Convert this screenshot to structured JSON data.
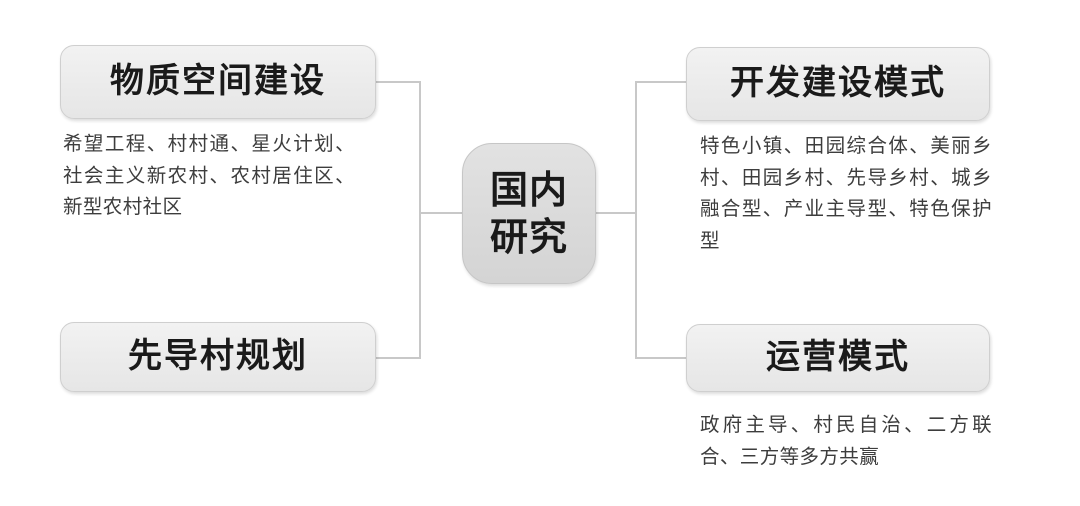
{
  "diagram": {
    "title": "国内研究",
    "center": {
      "label": "国内研究",
      "line1": "国内",
      "line2": "研究"
    },
    "colors": {
      "node_fill": "#ebebeb",
      "center_fill": "#dadada",
      "node_border": "#cfcfcf",
      "connector": "#c8c8c8",
      "heading_text": "#1a1a1a",
      "body_text": "#3d3d3d",
      "background": "#ffffff"
    },
    "branches": [
      {
        "id": "top-left",
        "side": "left",
        "label": "物质空间建设",
        "description": "希望工程、村村通、星火计划、社会主义新农村、农村居住区、新型农村社区",
        "items": [
          "希望工程",
          "村村通",
          "星火计划",
          "社会主义新农村",
          "农村居住区",
          "新型农村社区"
        ]
      },
      {
        "id": "bottom-left",
        "side": "left",
        "label": "先导村规划",
        "description": "",
        "items": []
      },
      {
        "id": "top-right",
        "side": "right",
        "label": "开发建设模式",
        "description": "特色小镇、田园综合体、美丽乡村、田园乡村、先导乡村、城乡融合型、产业主导型、特色保护型",
        "items": [
          "特色小镇",
          "田园综合体",
          "美丽乡村",
          "田园乡村",
          "先导乡村",
          "城乡融合型",
          "产业主导型",
          "特色保护型"
        ]
      },
      {
        "id": "bottom-right",
        "side": "right",
        "label": "运营模式",
        "description": "政府主导、村民自治、二方联合、三方等多方共赢",
        "items": [
          "政府主导",
          "村民自治",
          "二方联合",
          "三方等多方共赢"
        ]
      }
    ]
  }
}
